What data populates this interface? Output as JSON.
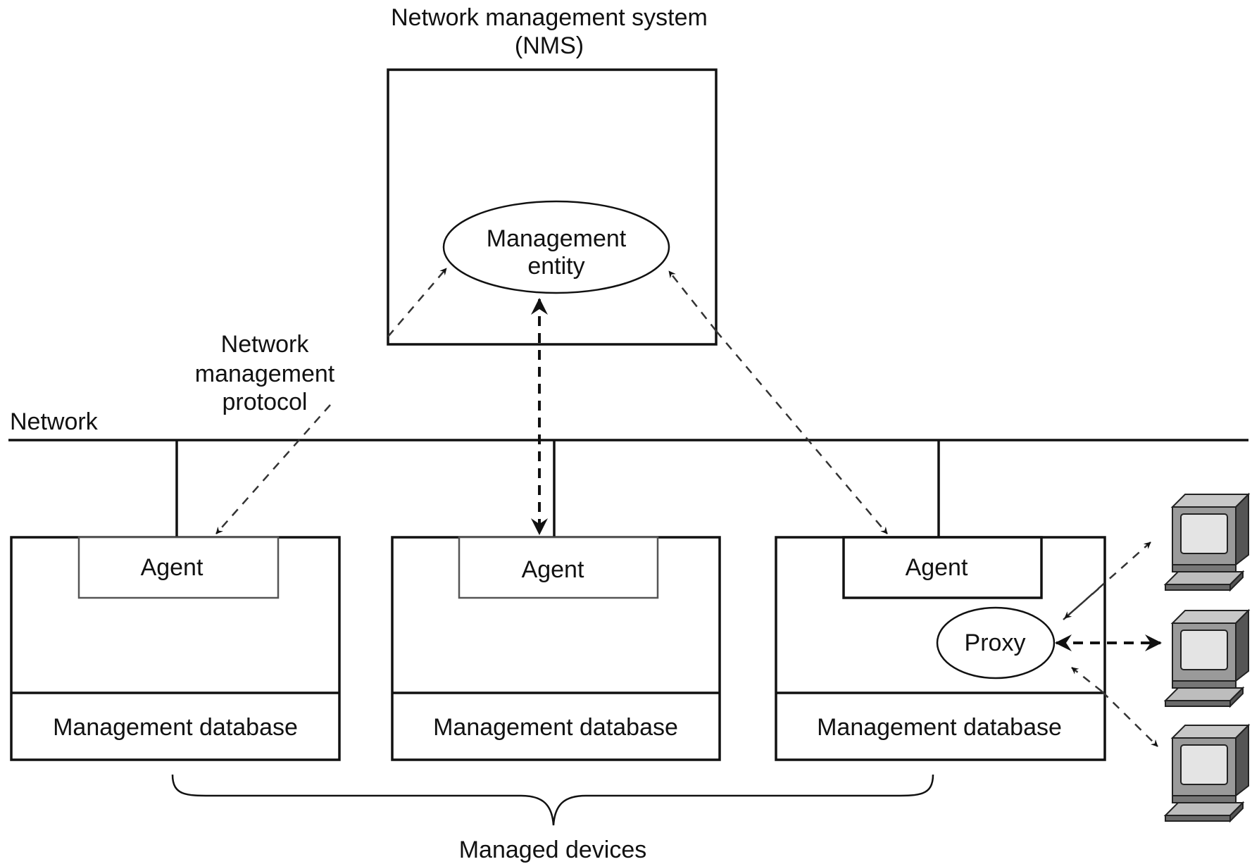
{
  "nms": {
    "title_line1": "Network management system",
    "title_line2": "(NMS)",
    "entity_line1": "Management",
    "entity_line2": "entity"
  },
  "protocol": {
    "line1": "Network",
    "line2": "management",
    "line3": "protocol"
  },
  "network_label": "Network",
  "devices": [
    {
      "agent": "Agent",
      "database": "Management database"
    },
    {
      "agent": "Agent",
      "database": "Management database"
    },
    {
      "agent": "Agent",
      "database": "Management database",
      "proxy": "Proxy"
    }
  ],
  "managed_devices_label": "Managed devices",
  "icons": [
    "computer-icon",
    "computer-icon",
    "computer-icon"
  ]
}
